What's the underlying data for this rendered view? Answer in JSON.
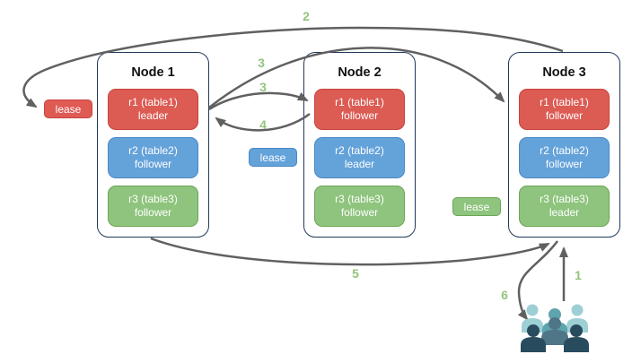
{
  "nodes": [
    {
      "title": "Node 1",
      "replicas": [
        {
          "name": "r1 (table1)",
          "role": "leader",
          "color": "#dc5b53"
        },
        {
          "name": "r2 (table2)",
          "role": "follower",
          "color": "#64a2da"
        },
        {
          "name": "r3 (table3)",
          "role": "follower",
          "color": "#8ec47d"
        }
      ]
    },
    {
      "title": "Node 2",
      "replicas": [
        {
          "name": "r1 (table1)",
          "role": "follower",
          "color": "#dc5b53"
        },
        {
          "name": "r2 (table2)",
          "role": "leader",
          "color": "#64a2da"
        },
        {
          "name": "r3 (table3)",
          "role": "follower",
          "color": "#8ec47d"
        }
      ]
    },
    {
      "title": "Node 3",
      "replicas": [
        {
          "name": "r1 (table1)",
          "role": "follower",
          "color": "#dc5b53"
        },
        {
          "name": "r2 (table2)",
          "role": "follower",
          "color": "#64a2da"
        },
        {
          "name": "r3 (table3)",
          "role": "leader",
          "color": "#8ec47d"
        }
      ]
    }
  ],
  "leases": [
    {
      "label": "lease",
      "color": "#e05a54"
    },
    {
      "label": "lease",
      "color": "#64a2da"
    },
    {
      "label": "lease",
      "color": "#8ec47d"
    }
  ],
  "arrow_labels": {
    "n1": "1",
    "n2": "2",
    "n3_upper": "3",
    "n3_lower": "3",
    "n4": "4",
    "n5": "5",
    "n6": "6"
  },
  "icons": {
    "users_group": "users-group-icon"
  },
  "colors": {
    "replica_red": "#dc5b53",
    "replica_red_border": "#c6443d",
    "replica_blue": "#64a2da",
    "replica_blue_border": "#4b88c4",
    "replica_green": "#8ec47d",
    "replica_green_border": "#6da556",
    "node_border": "#22395c",
    "arrow": "#606060",
    "step_label_green": "#93c47d",
    "users_light_teal": "#9dcfd4",
    "users_teal": "#5fa3ac",
    "users_slate": "#4e7687",
    "users_dark_navy": "#284b5e"
  }
}
